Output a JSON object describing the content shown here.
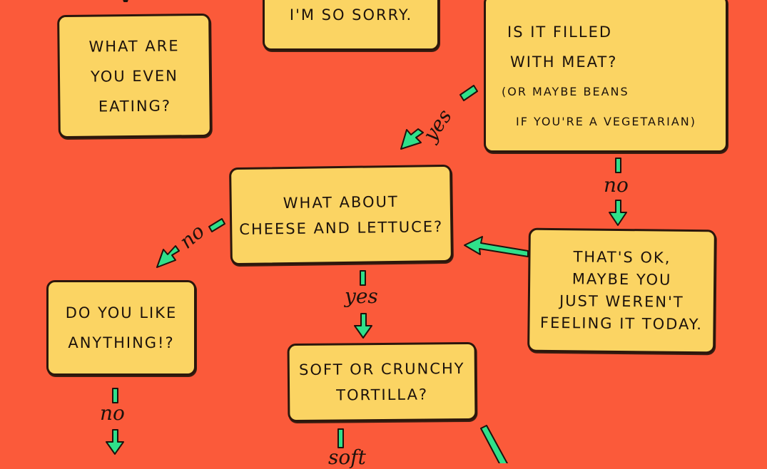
{
  "diagram": {
    "background_color": "#fb5a3a",
    "box_color": "#fbd463",
    "arrow_color": "#2fe08a",
    "outline_color": "#2b160c",
    "nodes": [
      {
        "id": "what-are-you-eating",
        "lines": [
          "What Are",
          "You Even",
          "Eating?"
        ]
      },
      {
        "id": "im-so-sorry",
        "lines": [
          "I'm so sorry."
        ]
      },
      {
        "id": "filled-with-meat",
        "lines": [
          "Is it Filled",
          "With Meat?",
          "(or maybe beans",
          "if you're a vegetarian)"
        ]
      },
      {
        "id": "cheese-and-lettuce",
        "lines": [
          "What About",
          "Cheese and Lettuce?"
        ]
      },
      {
        "id": "thats-ok",
        "lines": [
          "That's ok,",
          "Maybe You",
          "Just Weren't",
          "Feeling It Today."
        ]
      },
      {
        "id": "like-anything",
        "lines": [
          "Do You Like",
          "Anything!?"
        ]
      },
      {
        "id": "soft-or-crunchy",
        "lines": [
          "Soft or Crunchy",
          "Tortilla?"
        ]
      }
    ],
    "edges": [
      {
        "from": "filled-with-meat",
        "to": "cheese-and-lettuce",
        "label": "yes"
      },
      {
        "from": "filled-with-meat",
        "to": "thats-ok",
        "label": "no"
      },
      {
        "from": "thats-ok",
        "to": "cheese-and-lettuce",
        "label": ""
      },
      {
        "from": "cheese-and-lettuce",
        "to": "like-anything",
        "label": "no"
      },
      {
        "from": "cheese-and-lettuce",
        "to": "soft-or-crunchy",
        "label": "yes"
      },
      {
        "from": "like-anything",
        "to": "offscreen-below",
        "label": "no"
      },
      {
        "from": "soft-or-crunchy",
        "to": "offscreen-below",
        "label": "soft"
      },
      {
        "from": "soft-or-crunchy",
        "to": "offscreen-below-right",
        "label": ""
      }
    ]
  }
}
